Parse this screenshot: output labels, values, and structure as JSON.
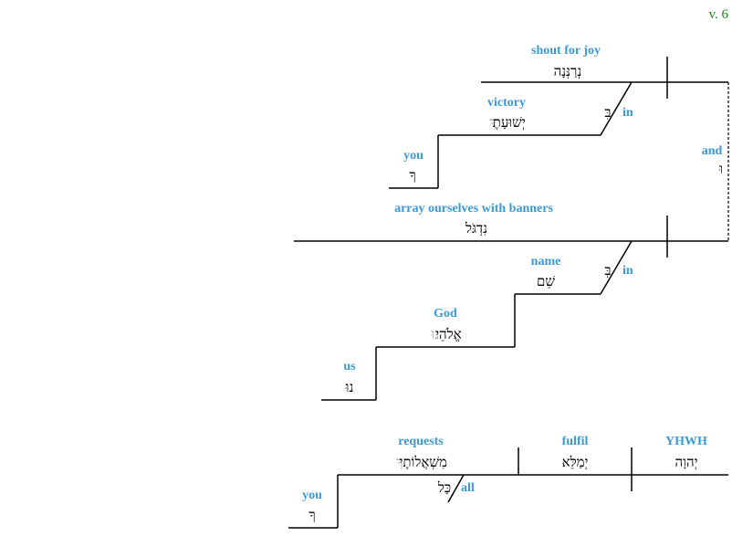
{
  "verse_label": "v. 6",
  "colors": {
    "gloss": "#3a9ad9",
    "hebrew": "#000000",
    "hebrew_faint": "#a8a8a8",
    "verse": "#1a8a1a",
    "lines": "#000000"
  },
  "clause1": {
    "verb": {
      "gloss": "shout for joy",
      "hebrew": "נְרַנְּנָה"
    },
    "prep": {
      "gloss": "in",
      "hebrew": "בִּ"
    },
    "object": {
      "gloss": "victory",
      "hebrew": "יְשׁוּעָתֶ",
      "suffix_faint": "ךָ"
    },
    "possessor": {
      "gloss": "you",
      "hebrew": "ךָ"
    }
  },
  "conjunction": {
    "gloss": "and",
    "hebrew": "וּ"
  },
  "clause2": {
    "verb": {
      "gloss": "array ourselves with banners",
      "hebrew": "נִדְגֹּל"
    },
    "prep": {
      "gloss": "in",
      "hebrew": "בְּ"
    },
    "object": {
      "gloss": "name",
      "hebrew": "שֵׁם"
    },
    "possessor1": {
      "gloss": "God",
      "hebrew": "אֱלֹהֵי",
      "suffix_faint": "נוּ"
    },
    "possessor2": {
      "gloss": "us",
      "hebrew": "נוּ"
    }
  },
  "clause3": {
    "subject": {
      "gloss": "YHWH",
      "hebrew": "יְהוָה"
    },
    "verb": {
      "gloss": "fulfil",
      "hebrew": "יְמַלֵּא"
    },
    "object": {
      "gloss": "requests",
      "hebrew": "מִשְׁאֲלוֹתֶי",
      "suffix_faint": "ךָ"
    },
    "modifier": {
      "gloss": "all",
      "hebrew": "כָּל"
    },
    "possessor": {
      "gloss": "you",
      "hebrew": "ךָ"
    }
  }
}
